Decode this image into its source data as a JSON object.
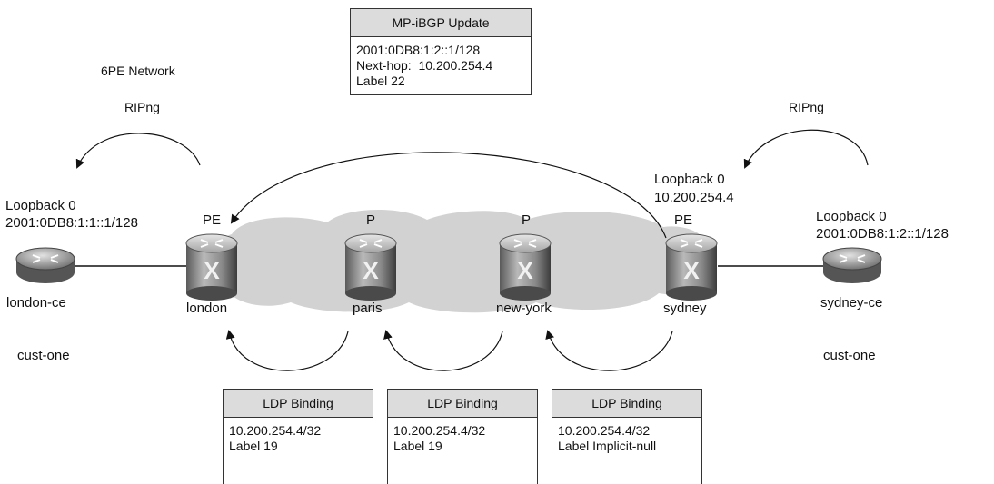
{
  "network_title": "6PE Network",
  "rip_left": "RIPng",
  "rip_right": "RIPng",
  "mpbgp": {
    "header": "MP-iBGP Update",
    "lines": [
      "2001:0DB8:1:2::1/128",
      "Next-hop:  10.200.254.4",
      "Label 22"
    ]
  },
  "routers": {
    "london_ce": {
      "name": "london-ce",
      "loopback": "Loopback 0",
      "address": "2001:0DB8:1:1::1/128",
      "customer": "cust-one"
    },
    "london": {
      "name": "london",
      "role": "PE"
    },
    "paris": {
      "name": "paris",
      "role": "P"
    },
    "new_york": {
      "name": "new-york",
      "role": "P"
    },
    "sydney": {
      "name": "sydney",
      "role": "PE",
      "loopback": "Loopback 0",
      "address": "10.200.254.4"
    },
    "sydney_ce": {
      "name": "sydney-ce",
      "loopback": "Loopback 0",
      "address": "2001:0DB8:1:2::1/128",
      "customer": "cust-one"
    }
  },
  "ldp_bindings": [
    {
      "header": "LDP Binding",
      "prefix": "10.200.254.4/32",
      "label": "Label 19"
    },
    {
      "header": "LDP Binding",
      "prefix": "10.200.254.4/32",
      "label": "Label 19"
    },
    {
      "header": "LDP Binding",
      "prefix": "10.200.254.4/32",
      "label": "Label Implicit-null"
    }
  ]
}
